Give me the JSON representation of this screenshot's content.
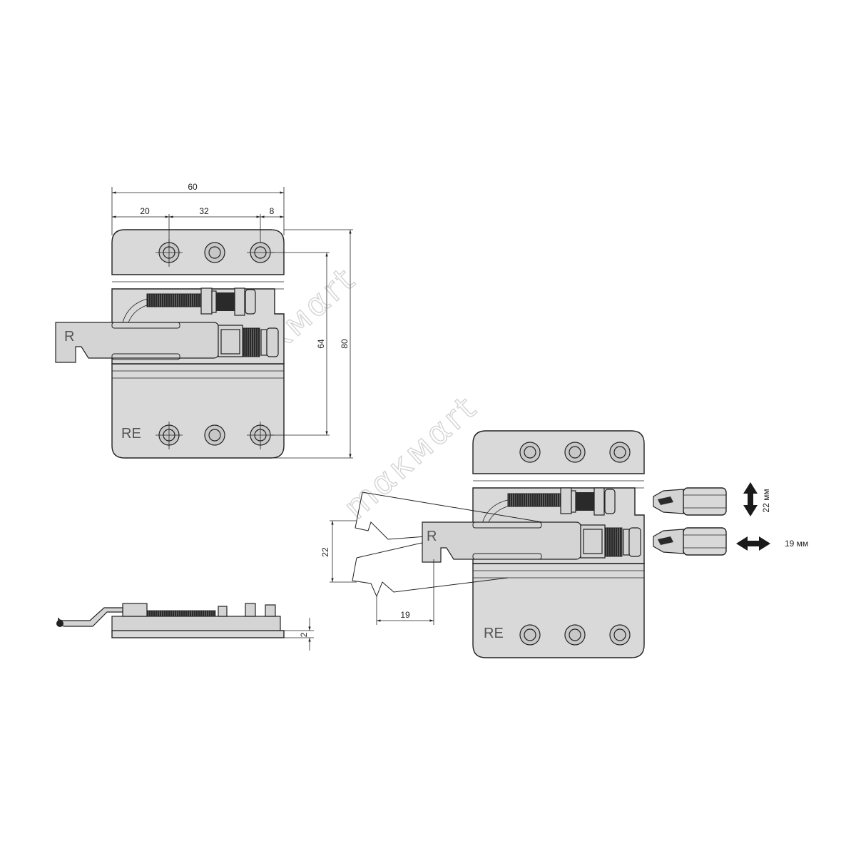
{
  "top_view": {
    "dim_overall_width": "60",
    "dim_left": "20",
    "dim_middle": "32",
    "dim_right": "8",
    "dim_hole_spacing": "64",
    "dim_overall_height": "80",
    "marking_side": "R",
    "marking_plate": "RE"
  },
  "side_view": {
    "dim_thickness": "2"
  },
  "adjustment_view": {
    "dim_spread": "22",
    "dim_offset": "19",
    "vertical_adjust_label": "22 мм",
    "horizontal_adjust_label": "19 мм",
    "marking_side": "R",
    "marking_plate": "RE"
  },
  "watermark": "mακмαrt"
}
